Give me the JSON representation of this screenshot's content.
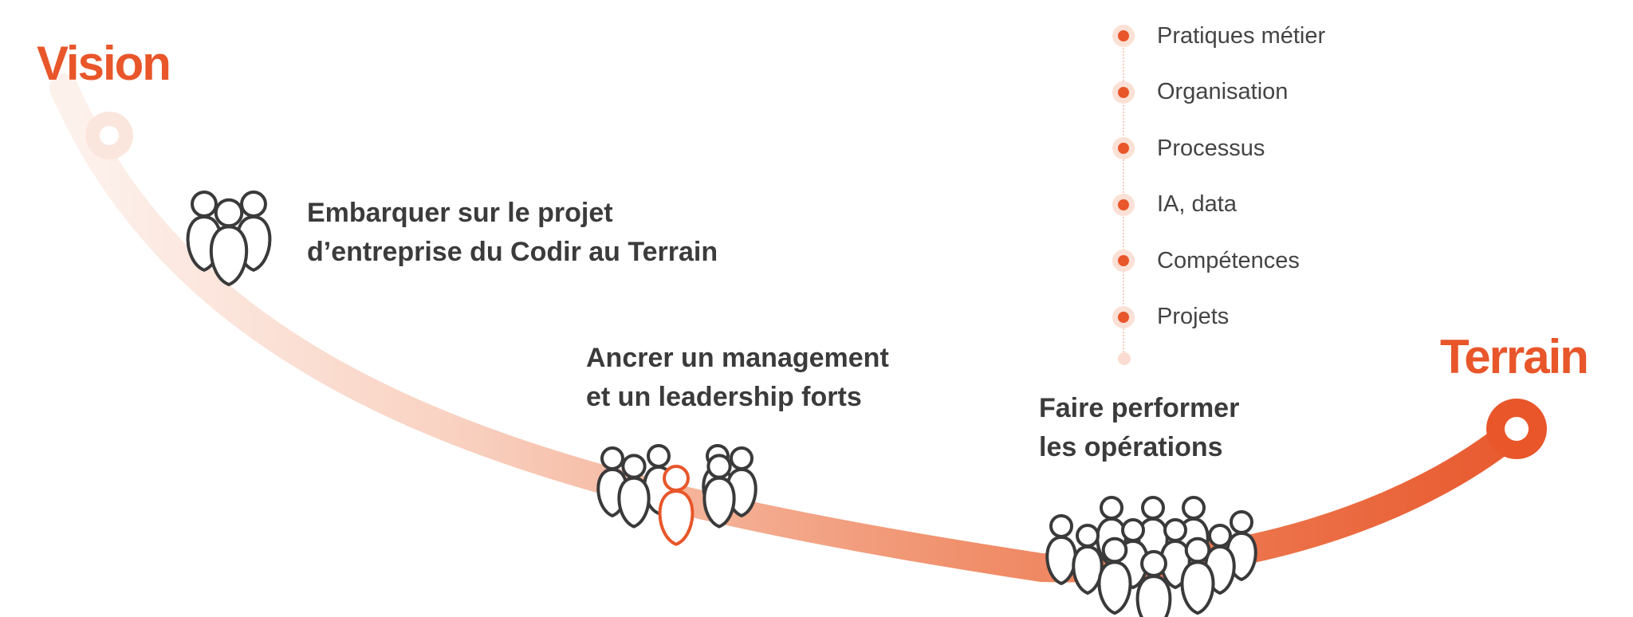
{
  "labels": {
    "start": "Vision",
    "end": "Terrain"
  },
  "steps": [
    {
      "line1": "Embarquer sur le projet",
      "line2": "d’entreprise du Codir au Terrain"
    },
    {
      "line1": "Ancrer un management",
      "line2": "et un leadership forts"
    },
    {
      "line1": "Faire performer",
      "line2": "les opérations"
    }
  ],
  "levers": [
    "Pratiques métier",
    "Organisation",
    "Processus",
    "IA, data",
    "Compétences",
    "Projets"
  ],
  "colors": {
    "accent": "#E8562A",
    "accent_light": "#FBE3DA",
    "text": "#3B3B3B",
    "icon_stroke": "#3A3A3A"
  }
}
